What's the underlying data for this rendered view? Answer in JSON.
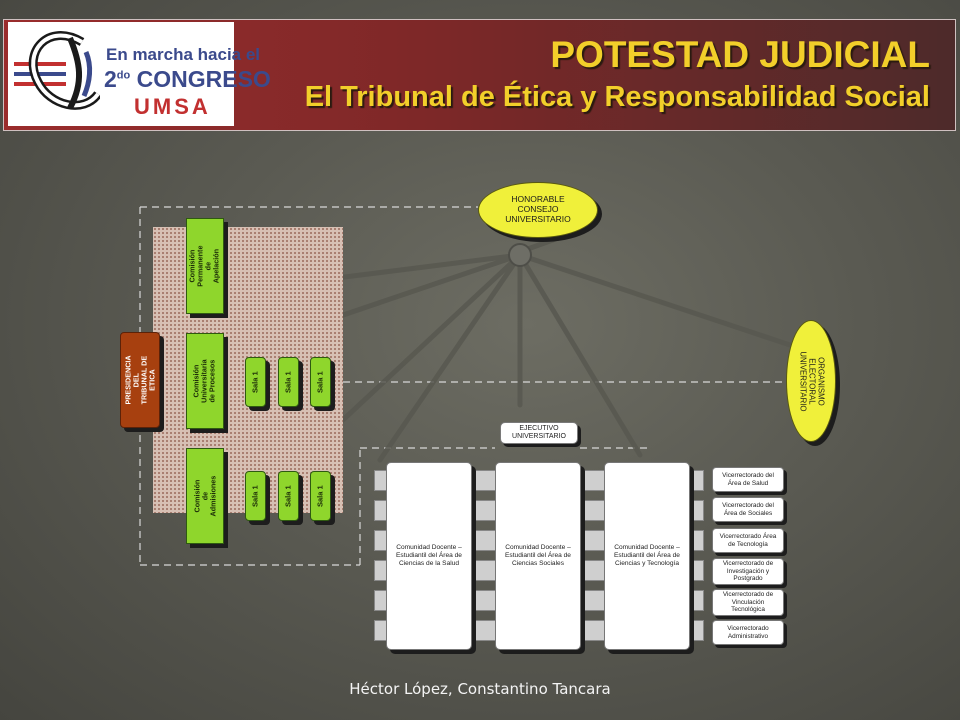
{
  "header": {
    "logo": {
      "line1": "En marcha hacia el",
      "line2_num": "2",
      "line2_sup": "do",
      "line2_word": "CONGRESO",
      "line3": "UMSA"
    },
    "title": "POTESTAD JUDICIAL",
    "subtitle": "El Tribunal de Ética y Responsabilidad Social"
  },
  "diagram": {
    "consejo": "HONORABLE CONSEJO UNIVERSITARIO",
    "organismo": "ORGANISMO ELECTORAL UNIVERSITARIO",
    "ejecutivo": "EJECUTIVO UNIVERSITARIO",
    "presidencia": "PRESIDENCIA DEL TRIBUNAL DE ETICA",
    "comisiones": [
      "Comisión Permanente de Apelación",
      "Comisión Universitaria de Procesos",
      "Comisión de Admisiones"
    ],
    "salas": [
      "Sala 1",
      "Sala 1",
      "Sala 1",
      "Sala 1",
      "Sala 1",
      "Sala 1"
    ],
    "comunidades": [
      "Comunidad Docente – Estudiantil del Área de Ciencias de la Salud",
      "Comunidad Docente – Estudiantil del Área de Ciencias Sociales",
      "Comunidad Docente – Estudiantil del Área de Ciencias y Tecnología"
    ],
    "vicerrectorados": [
      "Vicerrectorado del Área de  Salud",
      "Vicerrectorado del Área de Sociales",
      "Vicerrectorado Área de Tecnología",
      "Vicerrectorado de Investigación y Postgrado",
      "Vicerrectorado de Vinculación Tecnológica",
      "Vicerrectorado Administrativo"
    ]
  },
  "footer": {
    "authors": "Héctor López, Constantino Tancara"
  },
  "colors": {
    "banner": "#8a2a2a",
    "title": "#f2cf2a",
    "commission": "#8fd62c",
    "presidency": "#a7400f",
    "oval": "#f0f03a"
  }
}
